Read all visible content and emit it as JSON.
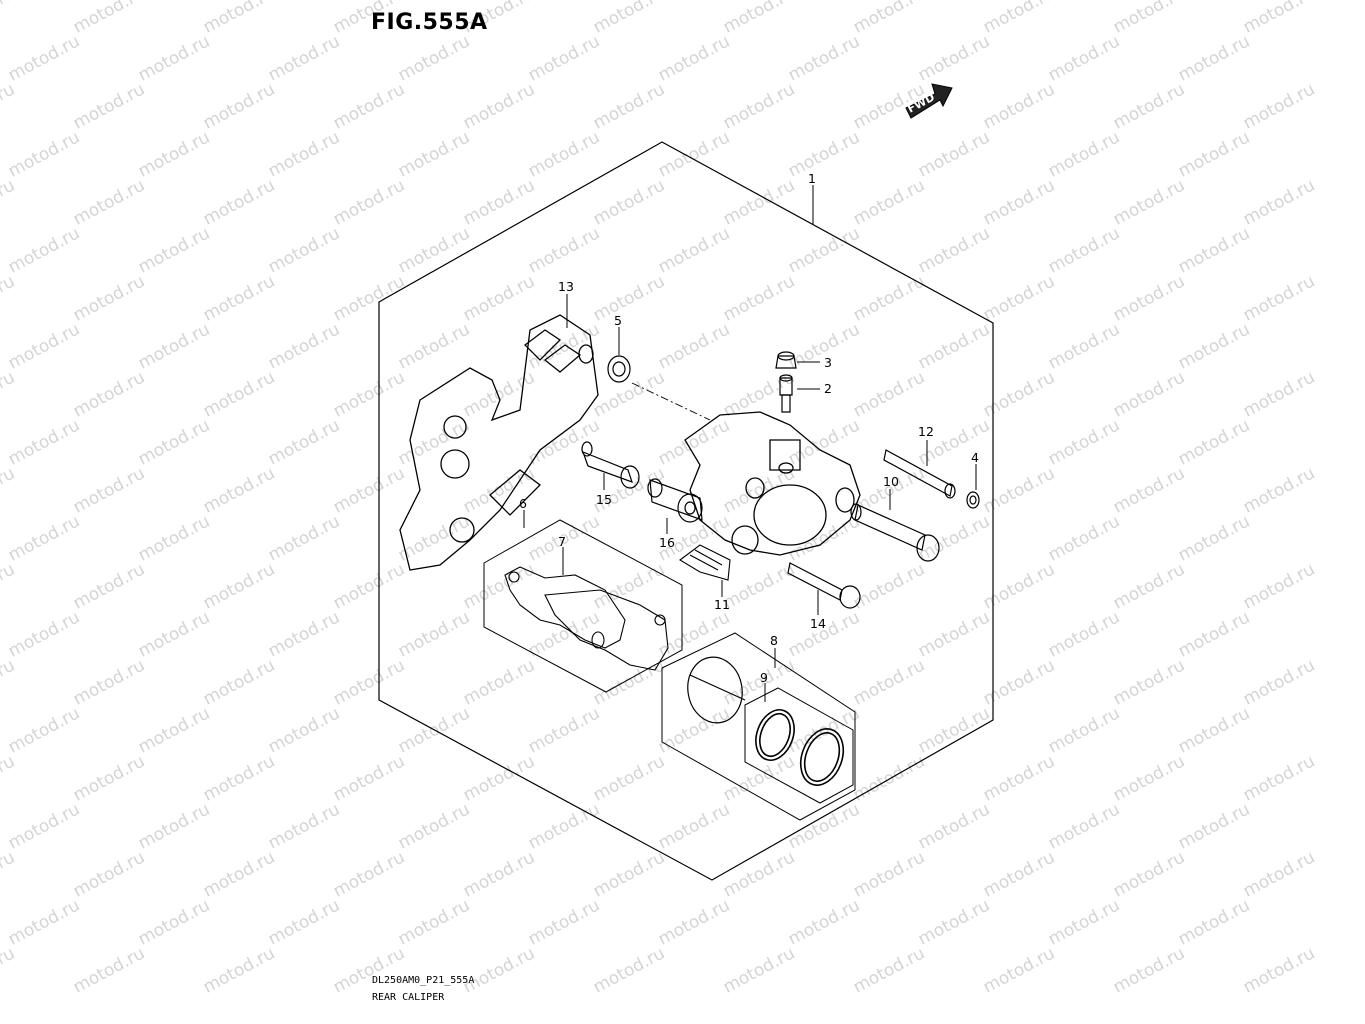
{
  "figure": {
    "title": "FIG.555A",
    "footer_code": "DL250AM0_P21_555A",
    "footer_name": "REAR CALIPER"
  },
  "fwd_arrow": {
    "label": "FWD"
  },
  "watermark": {
    "text": "motod.ru"
  },
  "parts": [
    {
      "number": "1"
    },
    {
      "number": "2"
    },
    {
      "number": "3"
    },
    {
      "number": "4"
    },
    {
      "number": "5"
    },
    {
      "number": "6"
    },
    {
      "number": "7"
    },
    {
      "number": "8"
    },
    {
      "number": "9"
    },
    {
      "number": "10"
    },
    {
      "number": "11"
    },
    {
      "number": "12"
    },
    {
      "number": "13"
    },
    {
      "number": "14"
    },
    {
      "number": "15"
    },
    {
      "number": "16"
    }
  ]
}
